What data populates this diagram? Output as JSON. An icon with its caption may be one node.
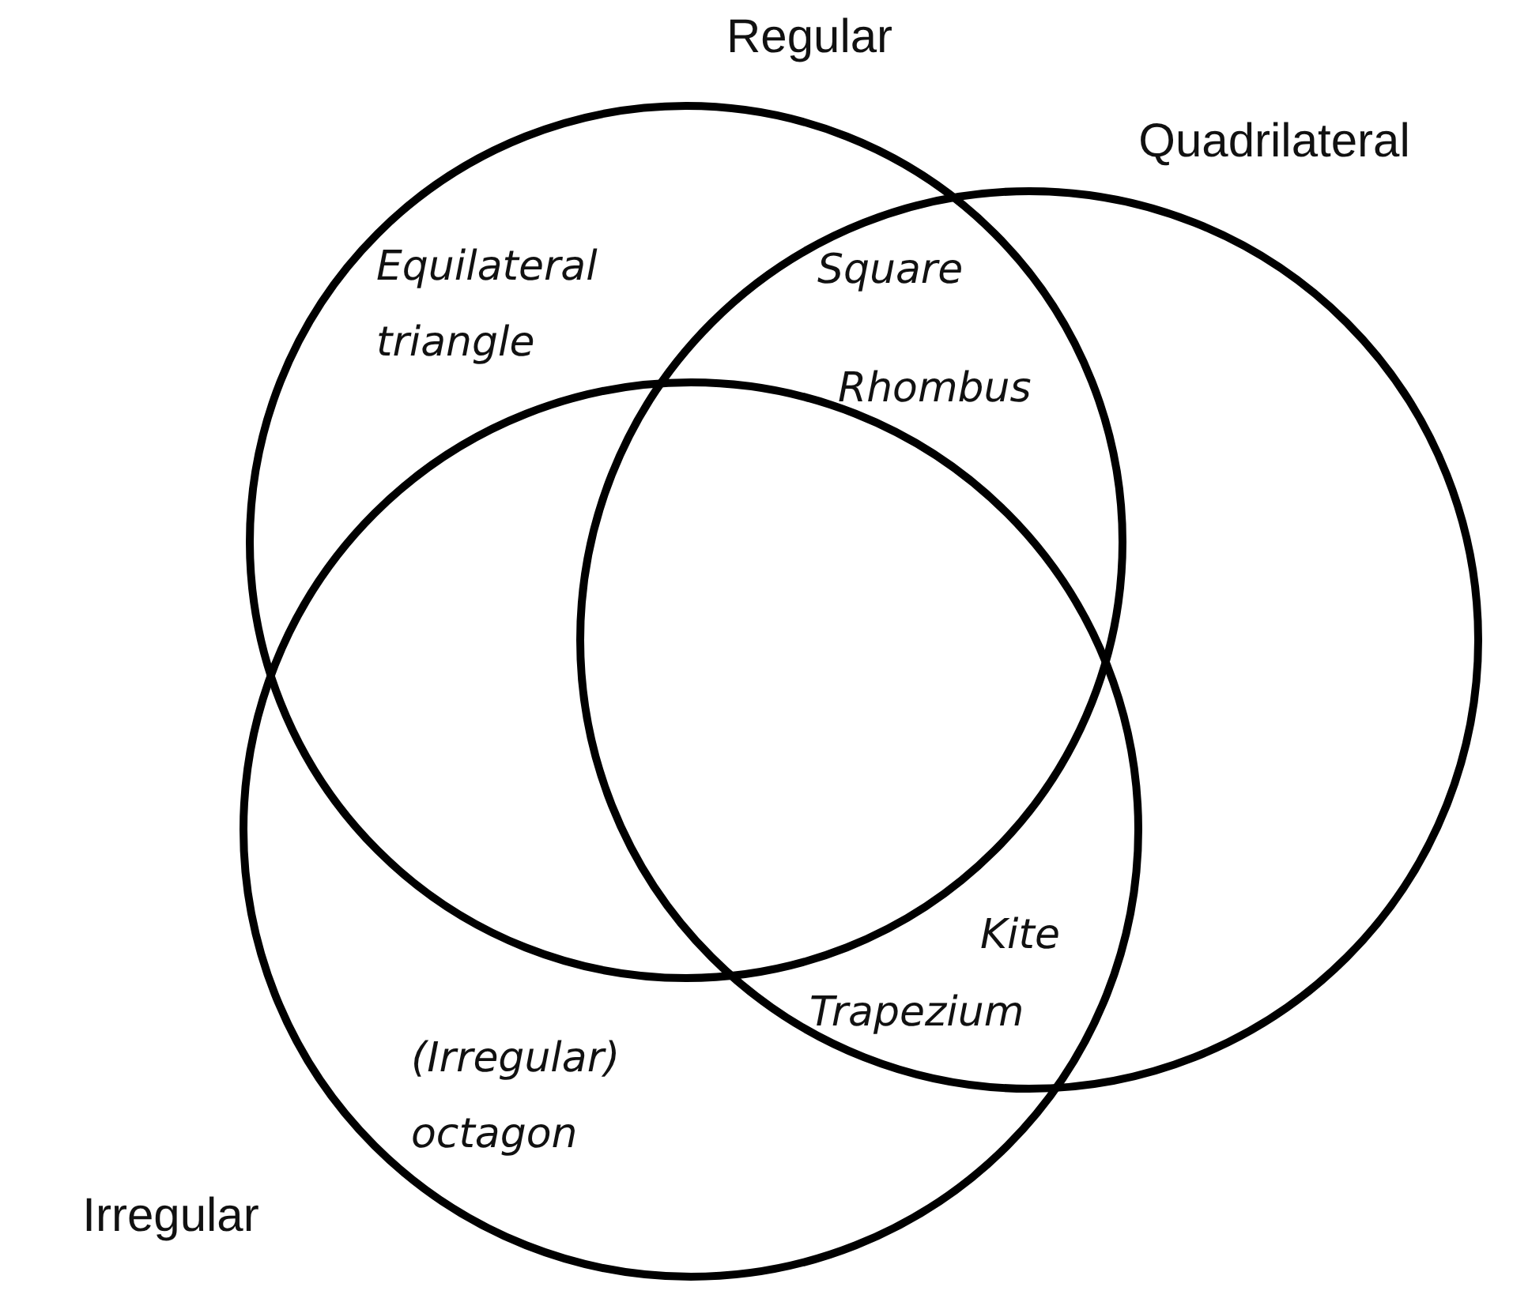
{
  "diagram": {
    "nodes": [
      {
        "text": [
          "Regular"
        ]
      },
      {
        "text": [
          "Quadrilateral"
        ]
      },
      {
        "text": [
          "Irregular"
        ]
      }
    ],
    "labels": [
      "Equilateral triangle",
      "Square",
      "Rhombus",
      "Kite",
      "Trapezium",
      "(Irregular) octagon"
    ]
  }
}
